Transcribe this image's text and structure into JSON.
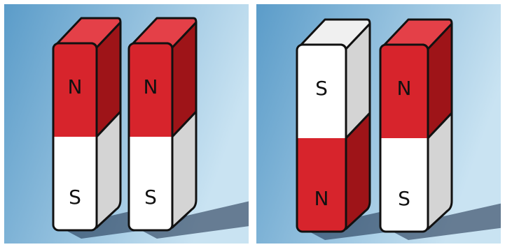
{
  "colors": {
    "north_pole": "#d7242c",
    "north_pole_side": "#9e1418",
    "north_pole_top": "#e44048",
    "south_pole": "#ffffff",
    "south_pole_side": "#d4d4d4",
    "south_pole_top": "#f0f0f0",
    "outline": "#111111",
    "background_light": "#c9e3f2",
    "background_dark": "#5b9cc9"
  },
  "panels": [
    {
      "magnets": [
        {
          "top_pole": "N",
          "bottom_pole": "S"
        },
        {
          "top_pole": "N",
          "bottom_pole": "S"
        }
      ]
    },
    {
      "magnets": [
        {
          "top_pole": "S",
          "bottom_pole": "N"
        },
        {
          "top_pole": "N",
          "bottom_pole": "S"
        }
      ]
    }
  ]
}
